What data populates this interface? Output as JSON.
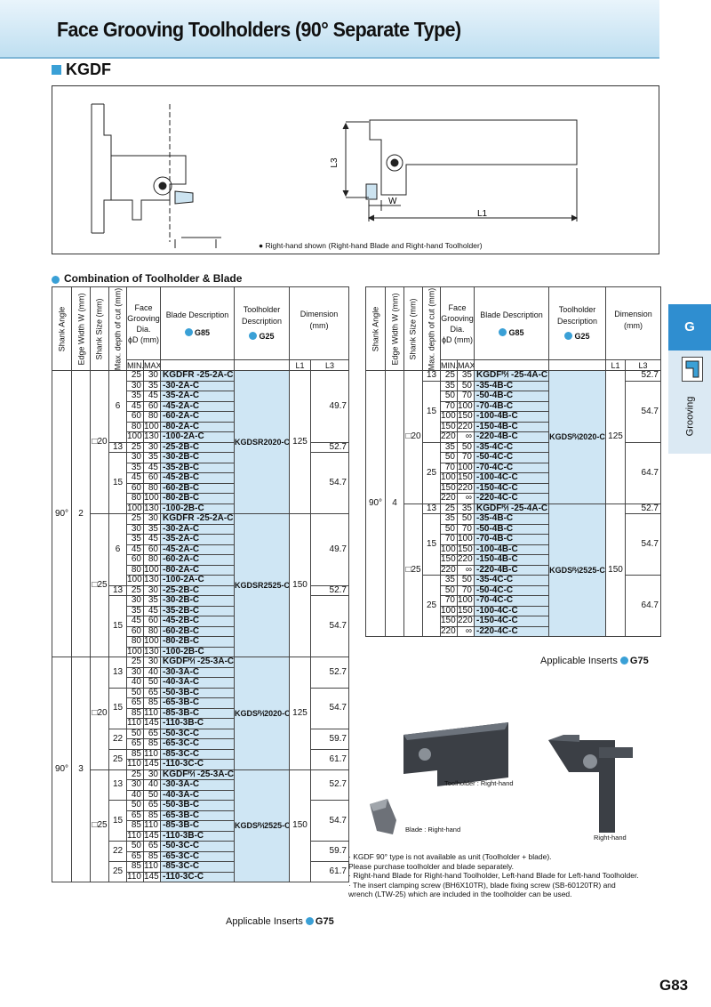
{
  "page": {
    "title": "Face Grooving Toolholders (90° Separate Type)",
    "section": "KGDF",
    "page_number": "G83"
  },
  "diagram": {
    "note": "Right-hand shown (Right-hand Blade and Right-hand Toolholder)",
    "labels": {
      "l3": "L3",
      "w": "W",
      "l1": "L1"
    }
  },
  "combination": {
    "title": "Combination of Toolholder & Blade"
  },
  "side_tab": {
    "letter": "G",
    "word": "Grooving"
  },
  "headers": {
    "shank_angle": "Shank Angle",
    "edge_width": "Edge Width W (mm)",
    "shank_size": "Shank Size (mm)",
    "max_depth": "Max. depth of cut (mm)",
    "face_dia": [
      "Face",
      "Grooving",
      "Dia.",
      "ϕD (mm)"
    ],
    "blade_desc": "Blade Description",
    "blade_ref": "G85",
    "holder_desc": [
      "Toolholder",
      "Description"
    ],
    "holder_ref": "G25",
    "dimension": [
      "Dimension",
      "(mm)"
    ],
    "min": "MIN.",
    "max": "MAX.",
    "l1": "L1",
    "l3": "L3"
  },
  "applicable_inserts": {
    "label": "Applicable Inserts",
    "ref": "G75"
  },
  "photo_labels": {
    "toolholder": "Toolholder : Right-hand",
    "blade": "Blade : Right-hand",
    "right": "Right-hand"
  },
  "notes": [
    "· KGDF 90° type is not available as unit (Toolholder + blade).",
    "  Please purchase toolholder and blade separately.",
    "· Right-hand Blade for Right-hand Toolholder, Left-hand Blade for Left-hand Toolholder.",
    "· The insert clamping screw (BH6X10TR), blade fixing screw (SB-60120TR) and",
    "  wrench (LTW-25) which are included in the toolholder can be used."
  ],
  "left_table": {
    "groups": [
      {
        "angle": "90°",
        "width": "2",
        "subs": [
          {
            "shank": "□20",
            "holder": "KGDSR2020-C",
            "l1": "125",
            "depths": [
              {
                "depth": "6",
                "l3": "49.7",
                "rows": [
                  [
                    "25",
                    "30",
                    "KGDFR -25-2A-C"
                  ],
                  [
                    "30",
                    "35",
                    "-30-2A-C"
                  ],
                  [
                    "35",
                    "45",
                    "-35-2A-C"
                  ],
                  [
                    "45",
                    "60",
                    "-45-2A-C"
                  ],
                  [
                    "60",
                    "80",
                    "-60-2A-C"
                  ],
                  [
                    "80",
                    "100",
                    "-80-2A-C"
                  ],
                  [
                    "100",
                    "130",
                    "-100-2A-C"
                  ]
                ]
              },
              {
                "depth": "13",
                "l3": "52.7",
                "rows": [
                  [
                    "25",
                    "30",
                    "-25-2B-C"
                  ]
                ]
              },
              {
                "depth": "15",
                "l3": "54.7",
                "rows": [
                  [
                    "30",
                    "35",
                    "-30-2B-C"
                  ],
                  [
                    "35",
                    "45",
                    "-35-2B-C"
                  ],
                  [
                    "45",
                    "60",
                    "-45-2B-C"
                  ],
                  [
                    "60",
                    "80",
                    "-60-2B-C"
                  ],
                  [
                    "80",
                    "100",
                    "-80-2B-C"
                  ],
                  [
                    "100",
                    "130",
                    "-100-2B-C"
                  ]
                ]
              }
            ]
          },
          {
            "shank": "□25",
            "holder": "KGDSR2525-C",
            "l1": "150",
            "depths": [
              {
                "depth": "6",
                "l3": "49.7",
                "rows": [
                  [
                    "25",
                    "30",
                    "KGDFR -25-2A-C"
                  ],
                  [
                    "30",
                    "35",
                    "-30-2A-C"
                  ],
                  [
                    "35",
                    "45",
                    "-35-2A-C"
                  ],
                  [
                    "45",
                    "60",
                    "-45-2A-C"
                  ],
                  [
                    "60",
                    "80",
                    "-60-2A-C"
                  ],
                  [
                    "80",
                    "100",
                    "-80-2A-C"
                  ],
                  [
                    "100",
                    "130",
                    "-100-2A-C"
                  ]
                ]
              },
              {
                "depth": "13",
                "l3": "52.7",
                "rows": [
                  [
                    "25",
                    "30",
                    "-25-2B-C"
                  ]
                ]
              },
              {
                "depth": "15",
                "l3": "54.7",
                "rows": [
                  [
                    "30",
                    "35",
                    "-30-2B-C"
                  ],
                  [
                    "35",
                    "45",
                    "-35-2B-C"
                  ],
                  [
                    "45",
                    "60",
                    "-45-2B-C"
                  ],
                  [
                    "60",
                    "80",
                    "-60-2B-C"
                  ],
                  [
                    "80",
                    "100",
                    "-80-2B-C"
                  ],
                  [
                    "100",
                    "130",
                    "-100-2B-C"
                  ]
                ]
              }
            ]
          }
        ]
      },
      {
        "angle": "90°",
        "width": "3",
        "subs": [
          {
            "shank": "□20",
            "holder": "KGDSᴿ⁄ₗ2020-C",
            "l1": "125",
            "depths": [
              {
                "depth": "13",
                "l3": "52.7",
                "rows": [
                  [
                    "25",
                    "30",
                    "KGDFᴿ⁄ₗ -25-3A-C"
                  ],
                  [
                    "30",
                    "40",
                    "-30-3A-C"
                  ],
                  [
                    "40",
                    "50",
                    "-40-3A-C"
                  ]
                ]
              },
              {
                "depth": "15",
                "l3": "54.7",
                "rows": [
                  [
                    "50",
                    "65",
                    "-50-3B-C"
                  ],
                  [
                    "65",
                    "85",
                    "-65-3B-C"
                  ],
                  [
                    "85",
                    "110",
                    "-85-3B-C"
                  ],
                  [
                    "110",
                    "145",
                    "-110-3B-C"
                  ]
                ]
              },
              {
                "depth": "22",
                "l3": "59.7",
                "rows": [
                  [
                    "50",
                    "65",
                    "-50-3C-C"
                  ],
                  [
                    "65",
                    "85",
                    "-65-3C-C"
                  ]
                ]
              },
              {
                "depth": "25",
                "l3": "61.7",
                "rows": [
                  [
                    "85",
                    "110",
                    "-85-3C-C"
                  ],
                  [
                    "110",
                    "145",
                    "-110-3C-C"
                  ]
                ]
              }
            ]
          },
          {
            "shank": "□25",
            "holder": "KGDSᴿ⁄ₗ2525-C",
            "l1": "150",
            "depths": [
              {
                "depth": "13",
                "l3": "52.7",
                "rows": [
                  [
                    "25",
                    "30",
                    "KGDFᴿ⁄ₗ -25-3A-C"
                  ],
                  [
                    "30",
                    "40",
                    "-30-3A-C"
                  ],
                  [
                    "40",
                    "50",
                    "-40-3A-C"
                  ]
                ]
              },
              {
                "depth": "15",
                "l3": "54.7",
                "rows": [
                  [
                    "50",
                    "65",
                    "-50-3B-C"
                  ],
                  [
                    "65",
                    "85",
                    "-65-3B-C"
                  ],
                  [
                    "85",
                    "110",
                    "-85-3B-C"
                  ],
                  [
                    "110",
                    "145",
                    "-110-3B-C"
                  ]
                ]
              },
              {
                "depth": "22",
                "l3": "59.7",
                "rows": [
                  [
                    "50",
                    "65",
                    "-50-3C-C"
                  ],
                  [
                    "65",
                    "85",
                    "-65-3C-C"
                  ]
                ]
              },
              {
                "depth": "25",
                "l3": "61.7",
                "rows": [
                  [
                    "85",
                    "110",
                    "-85-3C-C"
                  ],
                  [
                    "110",
                    "145",
                    "-110-3C-C"
                  ]
                ]
              }
            ]
          }
        ]
      }
    ]
  },
  "right_table": {
    "groups": [
      {
        "angle": "90°",
        "width": "4",
        "subs": [
          {
            "shank": "□20",
            "holder": "KGDSᴿ⁄ₗ2020-C",
            "l1": "125",
            "depths": [
              {
                "depth": "13",
                "l3": "52.7",
                "rows": [
                  [
                    "25",
                    "35",
                    "KGDFᴿ⁄ₗ -25-4A-C"
                  ]
                ]
              },
              {
                "depth": "15",
                "l3": "54.7",
                "rows": [
                  [
                    "35",
                    "50",
                    "-35-4B-C"
                  ],
                  [
                    "50",
                    "70",
                    "-50-4B-C"
                  ],
                  [
                    "70",
                    "100",
                    "-70-4B-C"
                  ],
                  [
                    "100",
                    "150",
                    "-100-4B-C"
                  ],
                  [
                    "150",
                    "220",
                    "-150-4B-C"
                  ],
                  [
                    "220",
                    "∞",
                    "-220-4B-C"
                  ]
                ]
              },
              {
                "depth": "25",
                "l3": "64.7",
                "rows": [
                  [
                    "35",
                    "50",
                    "-35-4C-C"
                  ],
                  [
                    "50",
                    "70",
                    "-50-4C-C"
                  ],
                  [
                    "70",
                    "100",
                    "-70-4C-C"
                  ],
                  [
                    "100",
                    "150",
                    "-100-4C-C"
                  ],
                  [
                    "150",
                    "220",
                    "-150-4C-C"
                  ],
                  [
                    "220",
                    "∞",
                    "-220-4C-C"
                  ]
                ]
              }
            ]
          },
          {
            "shank": "□25",
            "holder": "KGDSᴿ⁄ₗ2525-C",
            "l1": "150",
            "depths": [
              {
                "depth": "13",
                "l3": "52.7",
                "rows": [
                  [
                    "25",
                    "35",
                    "KGDFᴿ⁄ₗ -25-4A-C"
                  ]
                ]
              },
              {
                "depth": "15",
                "l3": "54.7",
                "rows": [
                  [
                    "35",
                    "50",
                    "-35-4B-C"
                  ],
                  [
                    "50",
                    "70",
                    "-50-4B-C"
                  ],
                  [
                    "70",
                    "100",
                    "-70-4B-C"
                  ],
                  [
                    "100",
                    "150",
                    "-100-4B-C"
                  ],
                  [
                    "150",
                    "220",
                    "-150-4B-C"
                  ],
                  [
                    "220",
                    "∞",
                    "-220-4B-C"
                  ]
                ]
              },
              {
                "depth": "25",
                "l3": "64.7",
                "rows": [
                  [
                    "35",
                    "50",
                    "-35-4C-C"
                  ],
                  [
                    "50",
                    "70",
                    "-50-4C-C"
                  ],
                  [
                    "70",
                    "100",
                    "-70-4C-C"
                  ],
                  [
                    "100",
                    "150",
                    "-100-4C-C"
                  ],
                  [
                    "150",
                    "220",
                    "-150-4C-C"
                  ],
                  [
                    "220",
                    "∞",
                    "-220-4C-C"
                  ]
                ]
              }
            ]
          }
        ]
      }
    ]
  }
}
